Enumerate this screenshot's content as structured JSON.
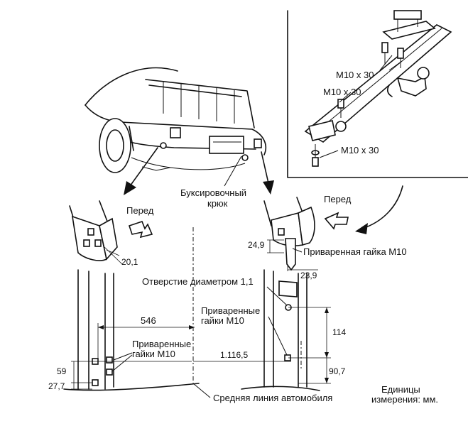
{
  "labels": {
    "bolt_1": "M10 x 30",
    "bolt_2": "M10 x 30",
    "bolt_3": "M10 x 30",
    "front_left": "Перед",
    "front_right": "Перед",
    "tow_hook_line1": "Буксировочный",
    "tow_hook_line2": "крюк",
    "dim_20_1": "20,1",
    "dim_24_9": "24,9",
    "dim_23_9": "23,9",
    "welded_nut_m10": "Приваренная гайка М10",
    "hole_diameter": "Отверстие диаметром 1,1",
    "welded_nuts_right_line1": "Приваренные",
    "welded_nuts_right_line2": "гайки М10",
    "dim_546": "546",
    "dim_114": "114",
    "welded_nuts_left_line1": "Приваренные",
    "welded_nuts_left_line2": "гайки М10",
    "dim_1116_5": "1.116,5",
    "dim_59": "59",
    "dim_27_7": "27,7",
    "dim_90_7": "90,7",
    "centerline": "Средняя линия автомобиля",
    "units_line1": "Единицы",
    "units_line2": "измерения: мм."
  }
}
